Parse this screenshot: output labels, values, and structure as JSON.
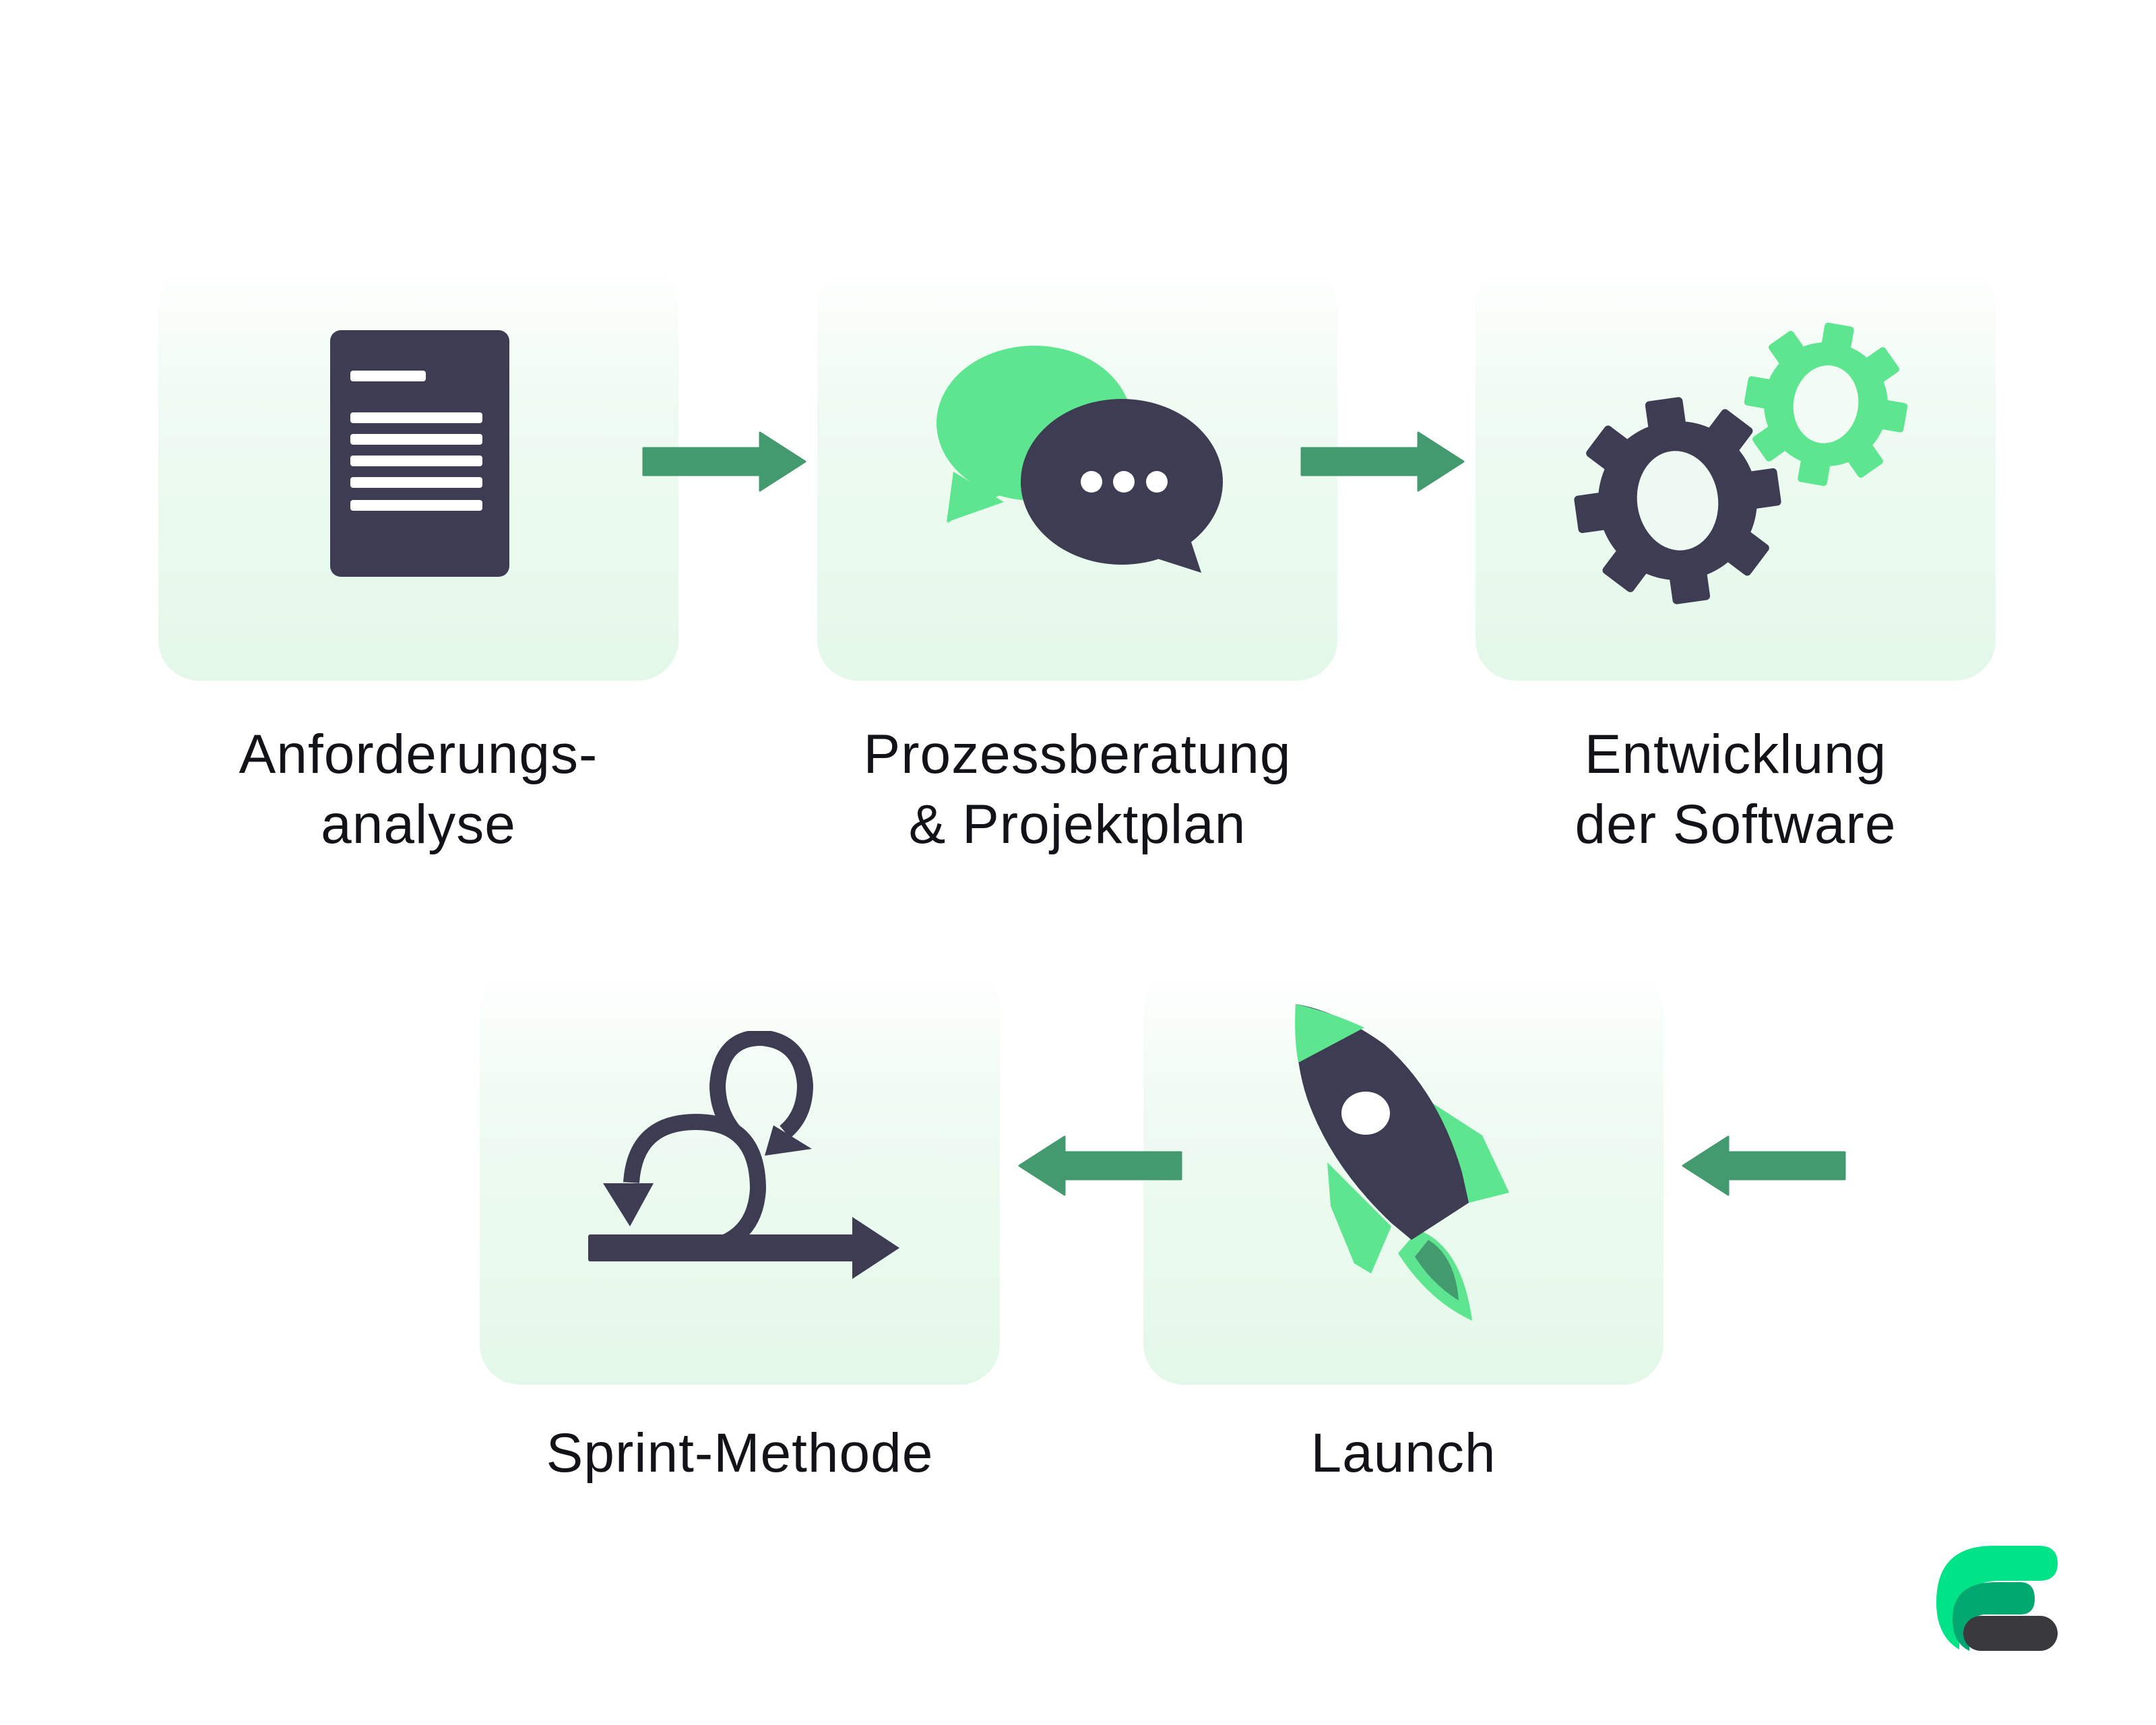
{
  "colors": {
    "box_tint": "#e3f8e9",
    "icon_dark": "#3d3c52",
    "icon_green": "#5de58f",
    "arrow": "#449a6f",
    "flame_dark": "#449a6f",
    "text": "#111318",
    "logo_green_light": "#00e386",
    "logo_green_dark": "#00a870",
    "logo_dark": "#3a3a3e"
  },
  "steps": [
    {
      "id": "anforderungsanalyse",
      "icon": "document-icon",
      "label_lines": [
        "Anforderungs-",
        "analyse"
      ]
    },
    {
      "id": "prozessberatung",
      "icon": "chat-bubbles-icon",
      "label_lines": [
        "Prozessberatung",
        "& Projektplan"
      ]
    },
    {
      "id": "entwicklung",
      "icon": "gears-icon",
      "label_lines": [
        "Entwicklung",
        "der Software"
      ]
    },
    {
      "id": "launch",
      "icon": "rocket-icon",
      "label_lines": [
        "Launch"
      ]
    },
    {
      "id": "sprint",
      "icon": "sprint-cycle-icon",
      "label_lines": [
        "Sprint-Methode"
      ]
    }
  ],
  "flow": [
    {
      "from": "anforderungsanalyse",
      "to": "prozessberatung",
      "direction": "right"
    },
    {
      "from": "prozessberatung",
      "to": "entwicklung",
      "direction": "right"
    },
    {
      "from": "entwicklung",
      "to": "launch",
      "direction": "left"
    },
    {
      "from": "launch",
      "to": "sprint",
      "direction": "left"
    }
  ],
  "logo": {
    "icon": "brand-logo-icon"
  }
}
